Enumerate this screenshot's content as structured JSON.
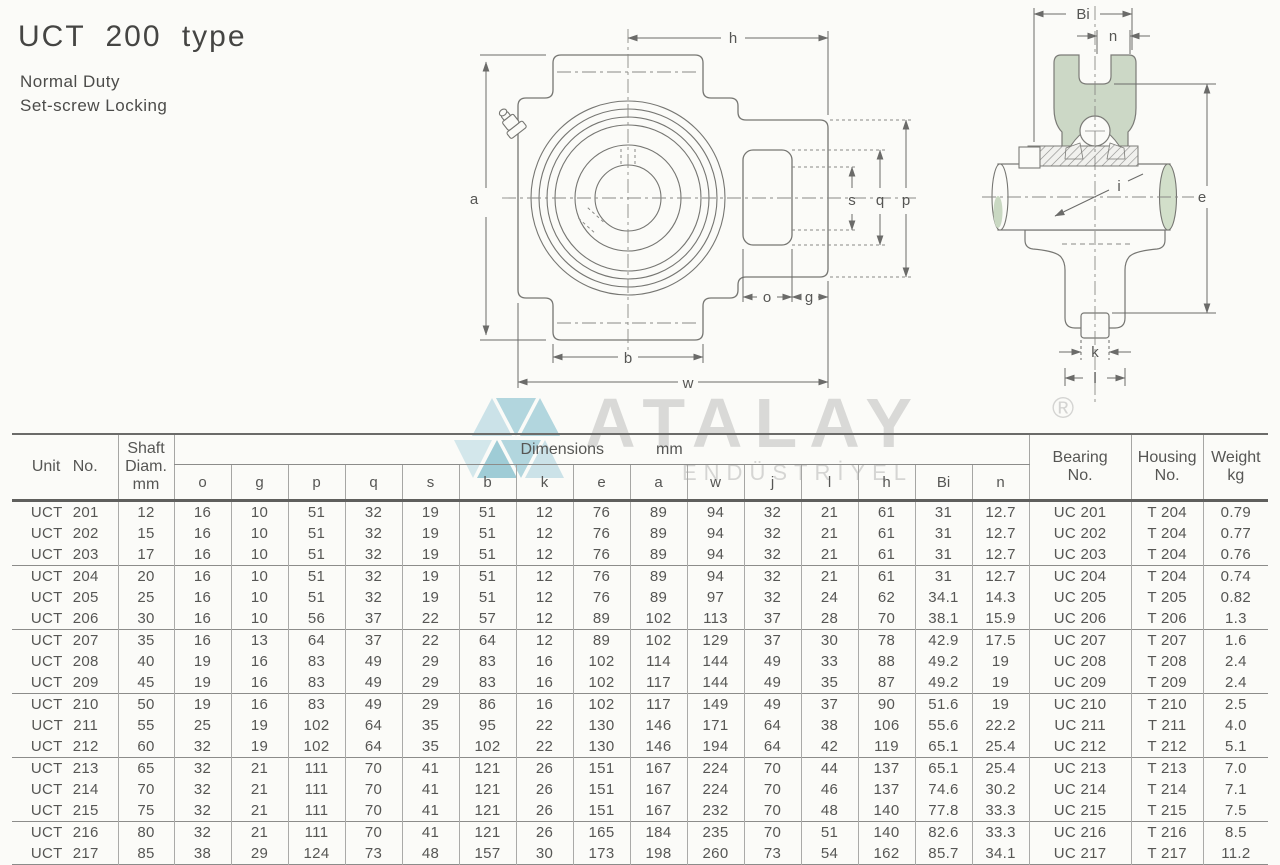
{
  "header": {
    "title": "UCT 200 type",
    "subtitle_line1": "Normal Duty",
    "subtitle_line2": "Set-screw Locking"
  },
  "watermark": {
    "brand": "ATALAY",
    "registered": "®",
    "subtext": "ENDÜSTRİYEL"
  },
  "drawings": {
    "front": {
      "labels": {
        "h": "h",
        "a": "a",
        "s": "s",
        "q": "q",
        "p": "p",
        "o": "o",
        "g": "g",
        "b": "b",
        "w": "w"
      }
    },
    "side": {
      "labels": {
        "Bi": "Bi",
        "n": "n",
        "i": "i",
        "e": "e",
        "k": "k",
        "l": "l"
      }
    }
  },
  "table": {
    "unit_header": "Unit No.",
    "shaft_header": [
      "Shaft",
      "Diam.",
      "mm"
    ],
    "dimensions_header": "Dimensions",
    "dimensions_unit": "mm",
    "dim_columns": [
      "o",
      "g",
      "p",
      "q",
      "s",
      "b",
      "k",
      "e",
      "a",
      "w",
      "j",
      "l",
      "h",
      "Bi",
      "n"
    ],
    "bearing_header": [
      "Bearing",
      "No."
    ],
    "housing_header": [
      "Housing",
      "No."
    ],
    "weight_header": [
      "Weight",
      "kg"
    ],
    "groups": [
      {
        "rows": [
          {
            "unit": "UCT 201",
            "shaft": "12",
            "dims": [
              "16",
              "10",
              "51",
              "32",
              "19",
              "51",
              "12",
              "76",
              "89",
              "94",
              "32",
              "21",
              "61",
              "31",
              "12.7"
            ],
            "bearing": "UC 201",
            "housing": "T 204",
            "weight": "0.79"
          },
          {
            "unit": "UCT 202",
            "shaft": "15",
            "dims": [
              "16",
              "10",
              "51",
              "32",
              "19",
              "51",
              "12",
              "76",
              "89",
              "94",
              "32",
              "21",
              "61",
              "31",
              "12.7"
            ],
            "bearing": "UC 202",
            "housing": "T 204",
            "weight": "0.77"
          },
          {
            "unit": "UCT 203",
            "shaft": "17",
            "dims": [
              "16",
              "10",
              "51",
              "32",
              "19",
              "51",
              "12",
              "76",
              "89",
              "94",
              "32",
              "21",
              "61",
              "31",
              "12.7"
            ],
            "bearing": "UC 203",
            "housing": "T 204",
            "weight": "0.76"
          }
        ]
      },
      {
        "rows": [
          {
            "unit": "UCT 204",
            "shaft": "20",
            "dims": [
              "16",
              "10",
              "51",
              "32",
              "19",
              "51",
              "12",
              "76",
              "89",
              "94",
              "32",
              "21",
              "61",
              "31",
              "12.7"
            ],
            "bearing": "UC 204",
            "housing": "T 204",
            "weight": "0.74"
          },
          {
            "unit": "UCT 205",
            "shaft": "25",
            "dims": [
              "16",
              "10",
              "51",
              "32",
              "19",
              "51",
              "12",
              "76",
              "89",
              "97",
              "32",
              "24",
              "62",
              "34.1",
              "14.3"
            ],
            "bearing": "UC 205",
            "housing": "T 205",
            "weight": "0.82"
          },
          {
            "unit": "UCT 206",
            "shaft": "30",
            "dims": [
              "16",
              "10",
              "56",
              "37",
              "22",
              "57",
              "12",
              "89",
              "102",
              "113",
              "37",
              "28",
              "70",
              "38.1",
              "15.9"
            ],
            "bearing": "UC 206",
            "housing": "T 206",
            "weight": "1.3"
          }
        ]
      },
      {
        "rows": [
          {
            "unit": "UCT 207",
            "shaft": "35",
            "dims": [
              "16",
              "13",
              "64",
              "37",
              "22",
              "64",
              "12",
              "89",
              "102",
              "129",
              "37",
              "30",
              "78",
              "42.9",
              "17.5"
            ],
            "bearing": "UC 207",
            "housing": "T 207",
            "weight": "1.6"
          },
          {
            "unit": "UCT 208",
            "shaft": "40",
            "dims": [
              "19",
              "16",
              "83",
              "49",
              "29",
              "83",
              "16",
              "102",
              "114",
              "144",
              "49",
              "33",
              "88",
              "49.2",
              "19"
            ],
            "bearing": "UC 208",
            "housing": "T 208",
            "weight": "2.4"
          },
          {
            "unit": "UCT 209",
            "shaft": "45",
            "dims": [
              "19",
              "16",
              "83",
              "49",
              "29",
              "83",
              "16",
              "102",
              "117",
              "144",
              "49",
              "35",
              "87",
              "49.2",
              "19"
            ],
            "bearing": "UC 209",
            "housing": "T 209",
            "weight": "2.4"
          }
        ]
      },
      {
        "rows": [
          {
            "unit": "UCT 210",
            "shaft": "50",
            "dims": [
              "19",
              "16",
              "83",
              "49",
              "29",
              "86",
              "16",
              "102",
              "117",
              "149",
              "49",
              "37",
              "90",
              "51.6",
              "19"
            ],
            "bearing": "UC 210",
            "housing": "T 210",
            "weight": "2.5"
          },
          {
            "unit": "UCT 211",
            "shaft": "55",
            "dims": [
              "25",
              "19",
              "102",
              "64",
              "35",
              "95",
              "22",
              "130",
              "146",
              "171",
              "64",
              "38",
              "106",
              "55.6",
              "22.2"
            ],
            "bearing": "UC 211",
            "housing": "T 211",
            "weight": "4.0"
          },
          {
            "unit": "UCT 212",
            "shaft": "60",
            "dims": [
              "32",
              "19",
              "102",
              "64",
              "35",
              "102",
              "22",
              "130",
              "146",
              "194",
              "64",
              "42",
              "119",
              "65.1",
              "25.4"
            ],
            "bearing": "UC 212",
            "housing": "T 212",
            "weight": "5.1"
          }
        ]
      },
      {
        "rows": [
          {
            "unit": "UCT 213",
            "shaft": "65",
            "dims": [
              "32",
              "21",
              "111",
              "70",
              "41",
              "121",
              "26",
              "151",
              "167",
              "224",
              "70",
              "44",
              "137",
              "65.1",
              "25.4"
            ],
            "bearing": "UC 213",
            "housing": "T 213",
            "weight": "7.0"
          },
          {
            "unit": "UCT 214",
            "shaft": "70",
            "dims": [
              "32",
              "21",
              "111",
              "70",
              "41",
              "121",
              "26",
              "151",
              "167",
              "224",
              "70",
              "46",
              "137",
              "74.6",
              "30.2"
            ],
            "bearing": "UC 214",
            "housing": "T 214",
            "weight": "7.1"
          },
          {
            "unit": "UCT 215",
            "shaft": "75",
            "dims": [
              "32",
              "21",
              "111",
              "70",
              "41",
              "121",
              "26",
              "151",
              "167",
              "232",
              "70",
              "48",
              "140",
              "77.8",
              "33.3"
            ],
            "bearing": "UC 215",
            "housing": "T 215",
            "weight": "7.5"
          }
        ]
      },
      {
        "rows": [
          {
            "unit": "UCT 216",
            "shaft": "80",
            "dims": [
              "32",
              "21",
              "111",
              "70",
              "41",
              "121",
              "26",
              "165",
              "184",
              "235",
              "70",
              "51",
              "140",
              "82.6",
              "33.3"
            ],
            "bearing": "UC 216",
            "housing": "T 216",
            "weight": "8.5"
          },
          {
            "unit": "UCT 217",
            "shaft": "85",
            "dims": [
              "38",
              "29",
              "124",
              "73",
              "48",
              "157",
              "30",
              "173",
              "198",
              "260",
              "73",
              "54",
              "162",
              "85.7",
              "34.1"
            ],
            "bearing": "UC 217",
            "housing": "T 217",
            "weight": "11.2"
          }
        ]
      }
    ]
  }
}
